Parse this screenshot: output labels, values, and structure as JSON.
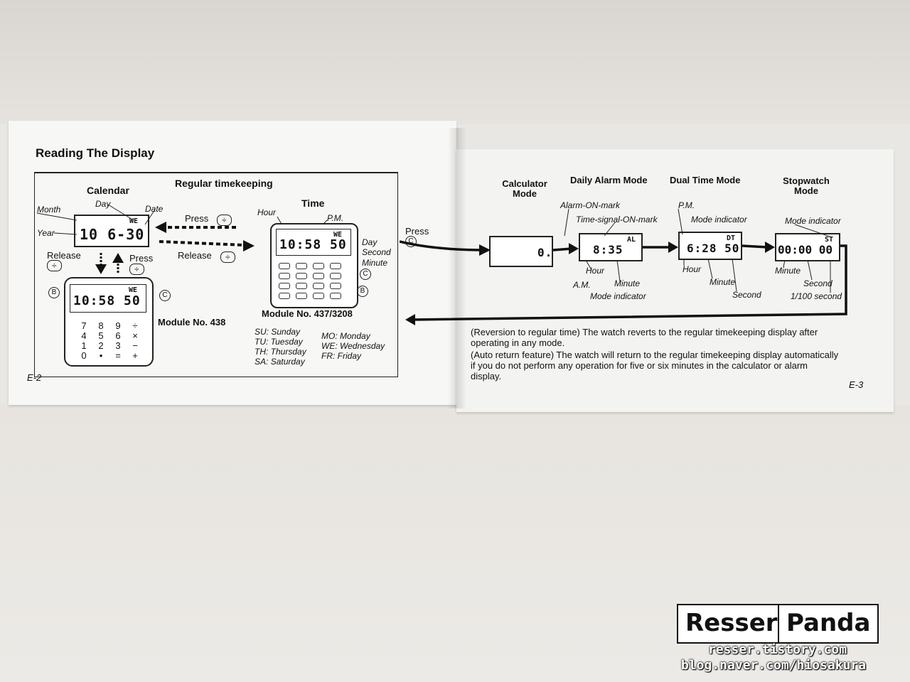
{
  "left_page": {
    "heading": "Reading The Display",
    "section": "Regular timekeeping",
    "calendar": {
      "title": "Calendar",
      "labels": {
        "month": "Month",
        "day": "Day",
        "date": "Date",
        "year": "Year"
      },
      "lcd_top": "WE",
      "lcd_digits": "10  6-30",
      "release": "Release",
      "release_key": "÷",
      "press": "Press",
      "press_key": "÷"
    },
    "press_arrow": {
      "label": "Press",
      "key": "÷"
    },
    "release_arrow": {
      "label": "Release",
      "key": "÷"
    },
    "time": {
      "title": "Time",
      "labels": {
        "hour": "Hour",
        "pm": "P.M.",
        "day": "Day",
        "second": "Second",
        "minute": "Minute"
      },
      "lcd_top": "WE",
      "lcd_digits": "10:58 50",
      "button_c": "C",
      "button_b": "B",
      "module": "Module No. 437/3208",
      "days": [
        {
          "abbr": "SU",
          "name": "Sunday"
        },
        {
          "abbr": "MO",
          "name": "Monday"
        },
        {
          "abbr": "TU",
          "name": "Tuesday"
        },
        {
          "abbr": "WE",
          "name": "Wednesday"
        },
        {
          "abbr": "TH",
          "name": "Thursday"
        },
        {
          "abbr": "FR",
          "name": "Friday"
        },
        {
          "abbr": "SA",
          "name": "Saturday"
        }
      ]
    },
    "module438": {
      "label": "Module No. 438",
      "lcd_top": "WE",
      "lcd_digits": "10:58 50",
      "button_b": "B",
      "button_c": "C",
      "keypad": [
        "7",
        "8",
        "9",
        "÷",
        "4",
        "5",
        "6",
        "×",
        "1",
        "2",
        "3",
        "−",
        "0",
        "•",
        "=",
        "+"
      ]
    },
    "page_number": "E-2"
  },
  "right_page": {
    "press_c": {
      "label": "Press",
      "key": "C"
    },
    "modes": [
      {
        "title": "Calculator Mode",
        "digits": "0."
      },
      {
        "title": "Daily Alarm Mode",
        "top": "AL",
        "digits": "8:35",
        "labels": [
          "Alarm-ON-mark",
          "Time-signal-ON-mark",
          "Hour",
          "A.M.",
          "Minute",
          "Mode indicator"
        ]
      },
      {
        "title": "Dual Time Mode",
        "top": "DT",
        "digits": "6:28 50",
        "labels": [
          "P.M.",
          "Mode indicator",
          "Hour",
          "Minute",
          "Second"
        ]
      },
      {
        "title": "Stopwatch Mode",
        "top": "ST",
        "digits": "00:00 00",
        "labels": [
          "Mode indicator",
          "Minute",
          "Second",
          "1/100 second"
        ]
      }
    ],
    "note1": "(Reversion to regular time) The watch reverts to the regular timekeeping display after operating in any mode.",
    "note2": "(Auto return feature) The watch will return to the regular timekeeping display automatically if you do not perform any operation for five or six minutes in the calculator or alarm display.",
    "page_number": "E-3"
  },
  "watermark": {
    "left": "Resser",
    "right": "Panda",
    "url1": "resser.tistory.com",
    "url2": "blog.naver.com/hiosakura"
  }
}
